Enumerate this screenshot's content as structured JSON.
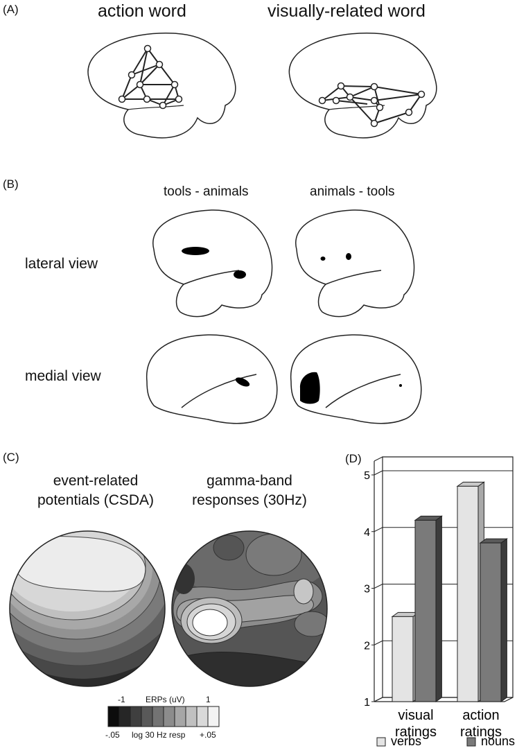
{
  "panel_a": {
    "letter": "(A)",
    "headings": [
      "action word",
      "visually-related word"
    ]
  },
  "panel_b": {
    "letter": "(B)",
    "columns": [
      "tools - animals",
      "animals - tools"
    ],
    "rows": [
      "lateral view",
      "medial view"
    ]
  },
  "panel_c": {
    "letter": "(C)",
    "map_titles": [
      [
        "event-related",
        "potentials (CSDA)"
      ],
      [
        "gamma-band",
        "responses (30Hz)"
      ]
    ],
    "colorbar": {
      "top_min": "-1",
      "top_label": "ERPs (uV)",
      "top_max": "1",
      "bottom_min": "-.05",
      "bottom_label": "log 30 Hz resp",
      "bottom_max": "+.05",
      "levels": 10
    }
  },
  "panel_d": {
    "letter": "(D)"
  },
  "chart_data": {
    "type": "bar",
    "categories": [
      [
        "visual",
        "ratings"
      ],
      [
        "action",
        "ratings"
      ]
    ],
    "series": [
      {
        "name": "verbs",
        "values": [
          2.5,
          4.8
        ],
        "color": "#e4e4e4"
      },
      {
        "name": "nouns",
        "values": [
          4.2,
          3.8
        ],
        "color": "#7a7a7a"
      }
    ],
    "yticks": [
      "1",
      "2",
      "3",
      "4",
      "5"
    ],
    "ylim": [
      1,
      5
    ],
    "grid": true,
    "legend_position": "bottom"
  }
}
